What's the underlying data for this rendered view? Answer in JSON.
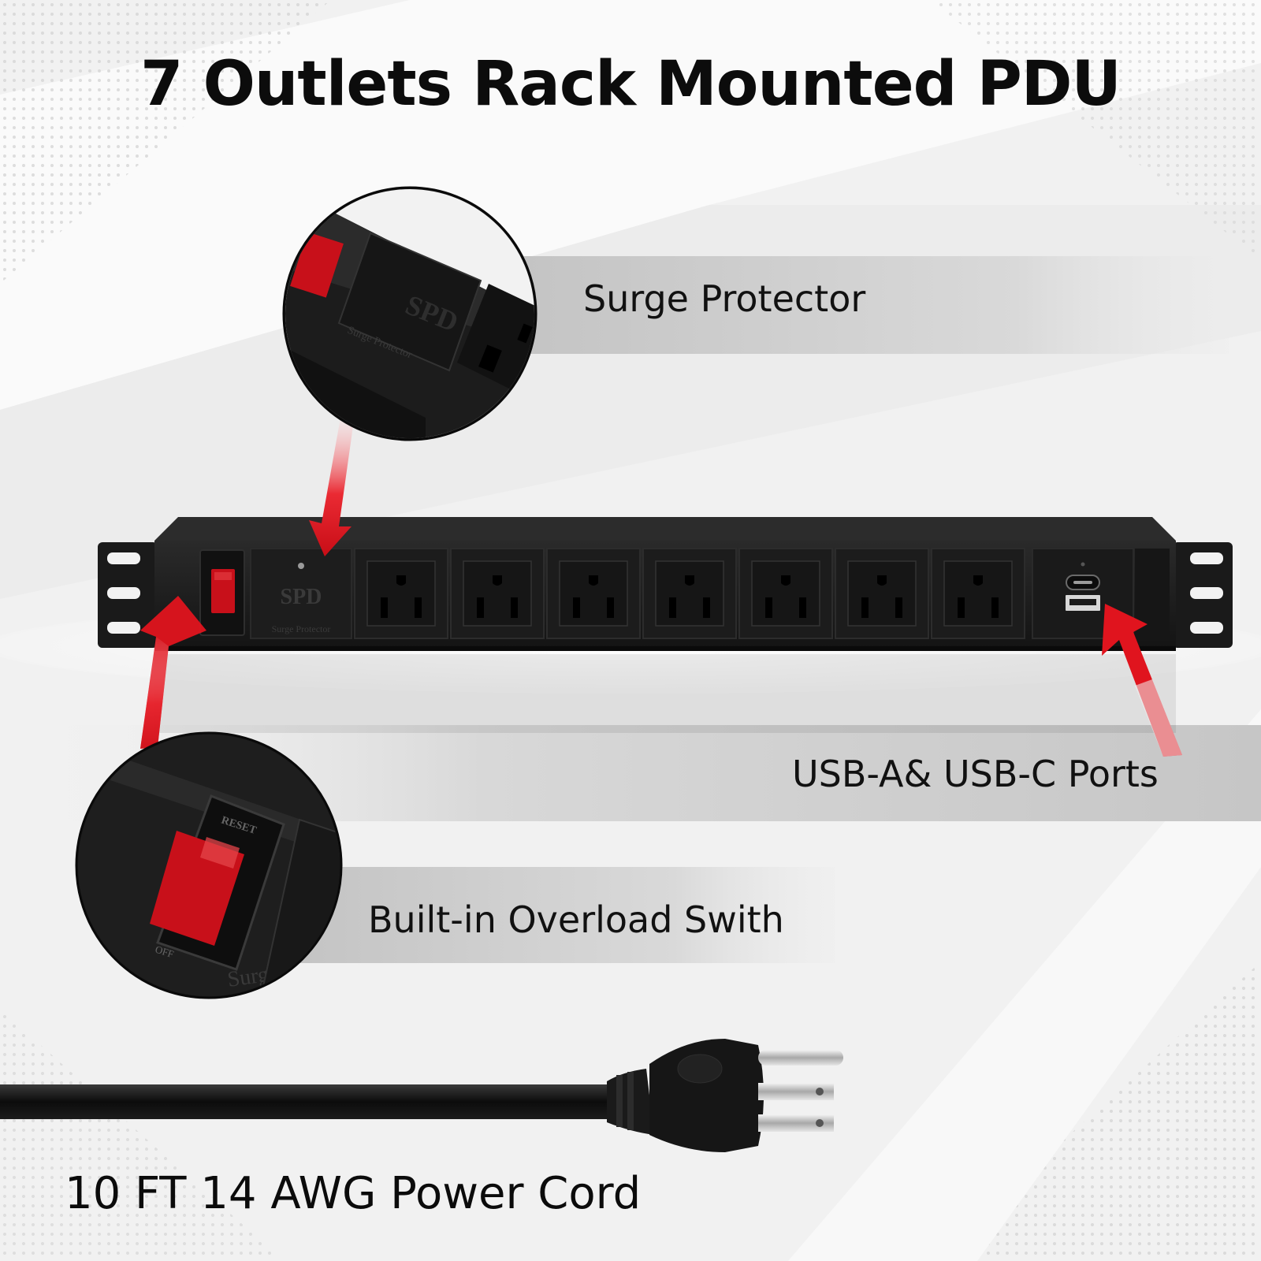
{
  "title": "7 Outlets Rack Mounted PDU",
  "features": {
    "surge": "Surge Protector",
    "usb": "USB-A& USB-C Ports",
    "switch": "Built-in Overload Swith",
    "cord": "10 FT 14 AWG Power Cord"
  },
  "device": {
    "spd_label": "SPD",
    "spd_sub": "Surge Protector",
    "reset_label": "RESET",
    "off_label": "OFF",
    "outlet_count": 7
  },
  "colors": {
    "device_body": "#1b1b1b",
    "switch_red": "#c8101a",
    "arrow_red": "#e0141e",
    "band_gray": "#c9c9c9"
  }
}
